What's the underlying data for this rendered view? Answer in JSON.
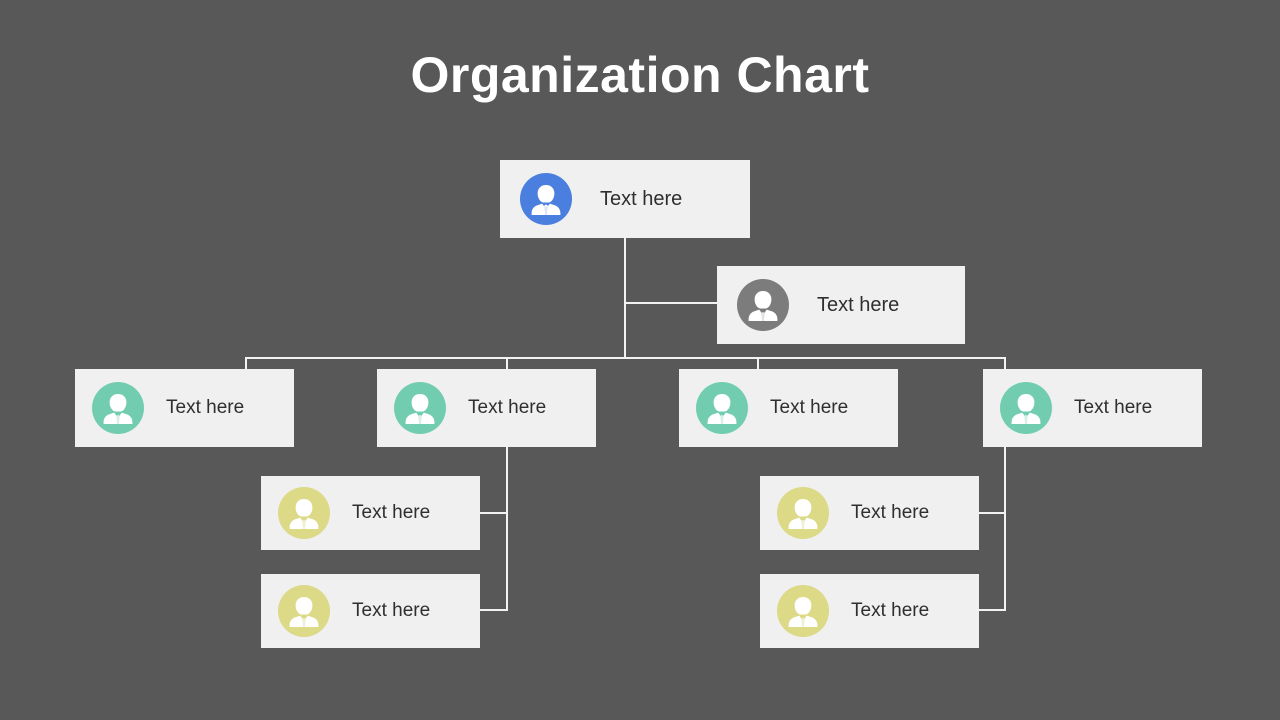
{
  "title": "Organization Chart",
  "theme": {
    "background": "#585858",
    "card_background": "#f0f0f0",
    "line_color": "#f2f2f2",
    "title_color": "#ffffff",
    "label_color": "#2f2f2f",
    "avatar_blue": "#4a7fe0",
    "avatar_gray": "#7c7c7c",
    "avatar_teal": "#72cdb0",
    "avatar_khaki": "#dcd987"
  },
  "nodes": [
    {
      "id": "n1",
      "label": "Text here",
      "level": 1,
      "avatar": "person-icon",
      "avatar_color": "#4a7fe0"
    },
    {
      "id": "n2",
      "label": "Text here",
      "level": 2,
      "avatar": "person-icon",
      "avatar_color": "#7c7c7c"
    },
    {
      "id": "n3",
      "label": "Text here",
      "level": 3,
      "avatar": "person-icon",
      "avatar_color": "#72cdb0"
    },
    {
      "id": "n4",
      "label": "Text here",
      "level": 3,
      "avatar": "person-icon",
      "avatar_color": "#72cdb0"
    },
    {
      "id": "n5",
      "label": "Text here",
      "level": 3,
      "avatar": "person-icon",
      "avatar_color": "#72cdb0"
    },
    {
      "id": "n6",
      "label": "Text here",
      "level": 3,
      "avatar": "person-icon",
      "avatar_color": "#72cdb0"
    },
    {
      "id": "n7",
      "label": "Text here",
      "level": 4,
      "avatar": "person-icon",
      "avatar_color": "#dcd987"
    },
    {
      "id": "n8",
      "label": "Text here",
      "level": 4,
      "avatar": "person-icon",
      "avatar_color": "#dcd987"
    },
    {
      "id": "n9",
      "label": "Text here",
      "level": 4,
      "avatar": "person-icon",
      "avatar_color": "#dcd987"
    },
    {
      "id": "n10",
      "label": "Text here",
      "level": 4,
      "avatar": "person-icon",
      "avatar_color": "#dcd987"
    }
  ],
  "chart_data": {
    "type": "diagram",
    "title": "Organization Chart",
    "hierarchy": {
      "label": "Text here",
      "color": "#4a7fe0",
      "children": [
        {
          "label": "Text here",
          "color": "#7c7c7c",
          "children": []
        },
        {
          "label": "Text here",
          "color": "#72cdb0",
          "children": []
        },
        {
          "label": "Text here",
          "color": "#72cdb0",
          "children": [
            {
              "label": "Text here",
              "color": "#dcd987",
              "children": []
            },
            {
              "label": "Text here",
              "color": "#dcd987",
              "children": []
            }
          ]
        },
        {
          "label": "Text here",
          "color": "#72cdb0",
          "children": []
        },
        {
          "label": "Text here",
          "color": "#72cdb0",
          "children": [
            {
              "label": "Text here",
              "color": "#dcd987",
              "children": []
            },
            {
              "label": "Text here",
              "color": "#dcd987",
              "children": []
            }
          ]
        }
      ]
    },
    "levels": 4,
    "node_count": 10
  }
}
